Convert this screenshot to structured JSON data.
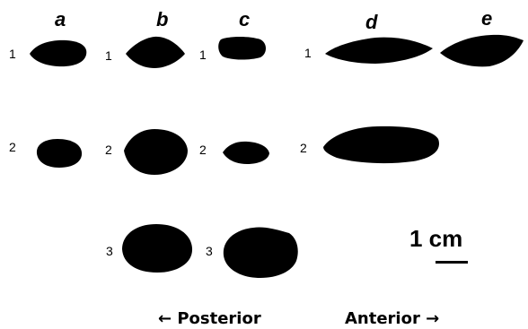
{
  "columns": [
    {
      "id": "a",
      "label": "a"
    },
    {
      "id": "b",
      "label": "b"
    },
    {
      "id": "c",
      "label": "c"
    },
    {
      "id": "d",
      "label": "d"
    },
    {
      "id": "e",
      "label": "e"
    }
  ],
  "sections": [
    {
      "id": "a1",
      "column": "a",
      "row": "1"
    },
    {
      "id": "a2",
      "column": "a",
      "row": "2"
    },
    {
      "id": "b1",
      "column": "b",
      "row": "1"
    },
    {
      "id": "b2",
      "column": "b",
      "row": "2"
    },
    {
      "id": "b3",
      "column": "b",
      "row": "3"
    },
    {
      "id": "c1",
      "column": "c",
      "row": "1"
    },
    {
      "id": "c2",
      "column": "c",
      "row": "2"
    },
    {
      "id": "c3",
      "column": "c",
      "row": "3"
    },
    {
      "id": "d1",
      "column": "d",
      "row": "1"
    },
    {
      "id": "d2",
      "column": "d",
      "row": "2"
    },
    {
      "id": "e1",
      "column": "e",
      "row": "1"
    }
  ],
  "scale_bar": {
    "label": "1 cm"
  },
  "orientation": {
    "posterior": "← Posterior",
    "anterior": "Anterior →"
  }
}
